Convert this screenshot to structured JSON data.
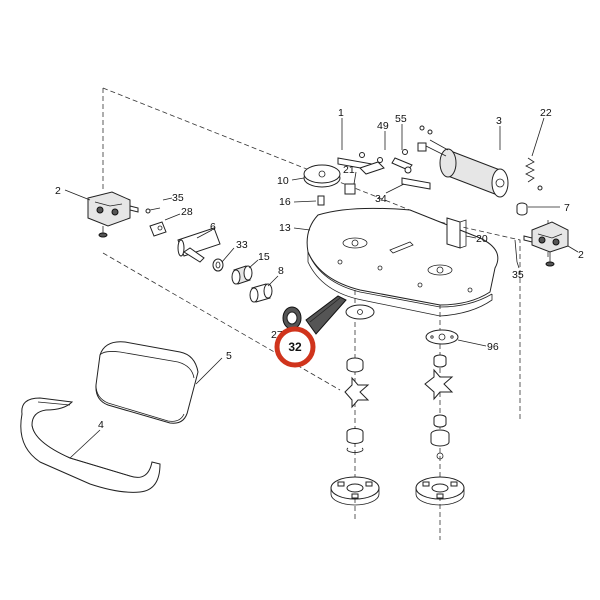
{
  "diagram": {
    "callouts": [
      {
        "id": "1",
        "text": "1"
      },
      {
        "id": "2a",
        "text": "2"
      },
      {
        "id": "2b",
        "text": "2"
      },
      {
        "id": "3",
        "text": "3"
      },
      {
        "id": "4",
        "text": "4"
      },
      {
        "id": "5",
        "text": "5"
      },
      {
        "id": "6",
        "text": "6"
      },
      {
        "id": "7",
        "text": "7"
      },
      {
        "id": "8",
        "text": "8"
      },
      {
        "id": "10",
        "text": "10"
      },
      {
        "id": "13",
        "text": "13"
      },
      {
        "id": "15",
        "text": "15"
      },
      {
        "id": "16",
        "text": "16"
      },
      {
        "id": "20",
        "text": "20"
      },
      {
        "id": "21",
        "text": "21"
      },
      {
        "id": "22",
        "text": "22"
      },
      {
        "id": "27",
        "text": "27"
      },
      {
        "id": "28",
        "text": "28"
      },
      {
        "id": "32",
        "text": "32"
      },
      {
        "id": "33",
        "text": "33"
      },
      {
        "id": "34",
        "text": "34"
      },
      {
        "id": "35a",
        "text": "35"
      },
      {
        "id": "35b",
        "text": "35"
      },
      {
        "id": "49",
        "text": "49"
      },
      {
        "id": "55",
        "text": "55"
      },
      {
        "id": "96",
        "text": "96"
      }
    ],
    "highlight_color": "#d0341c"
  }
}
